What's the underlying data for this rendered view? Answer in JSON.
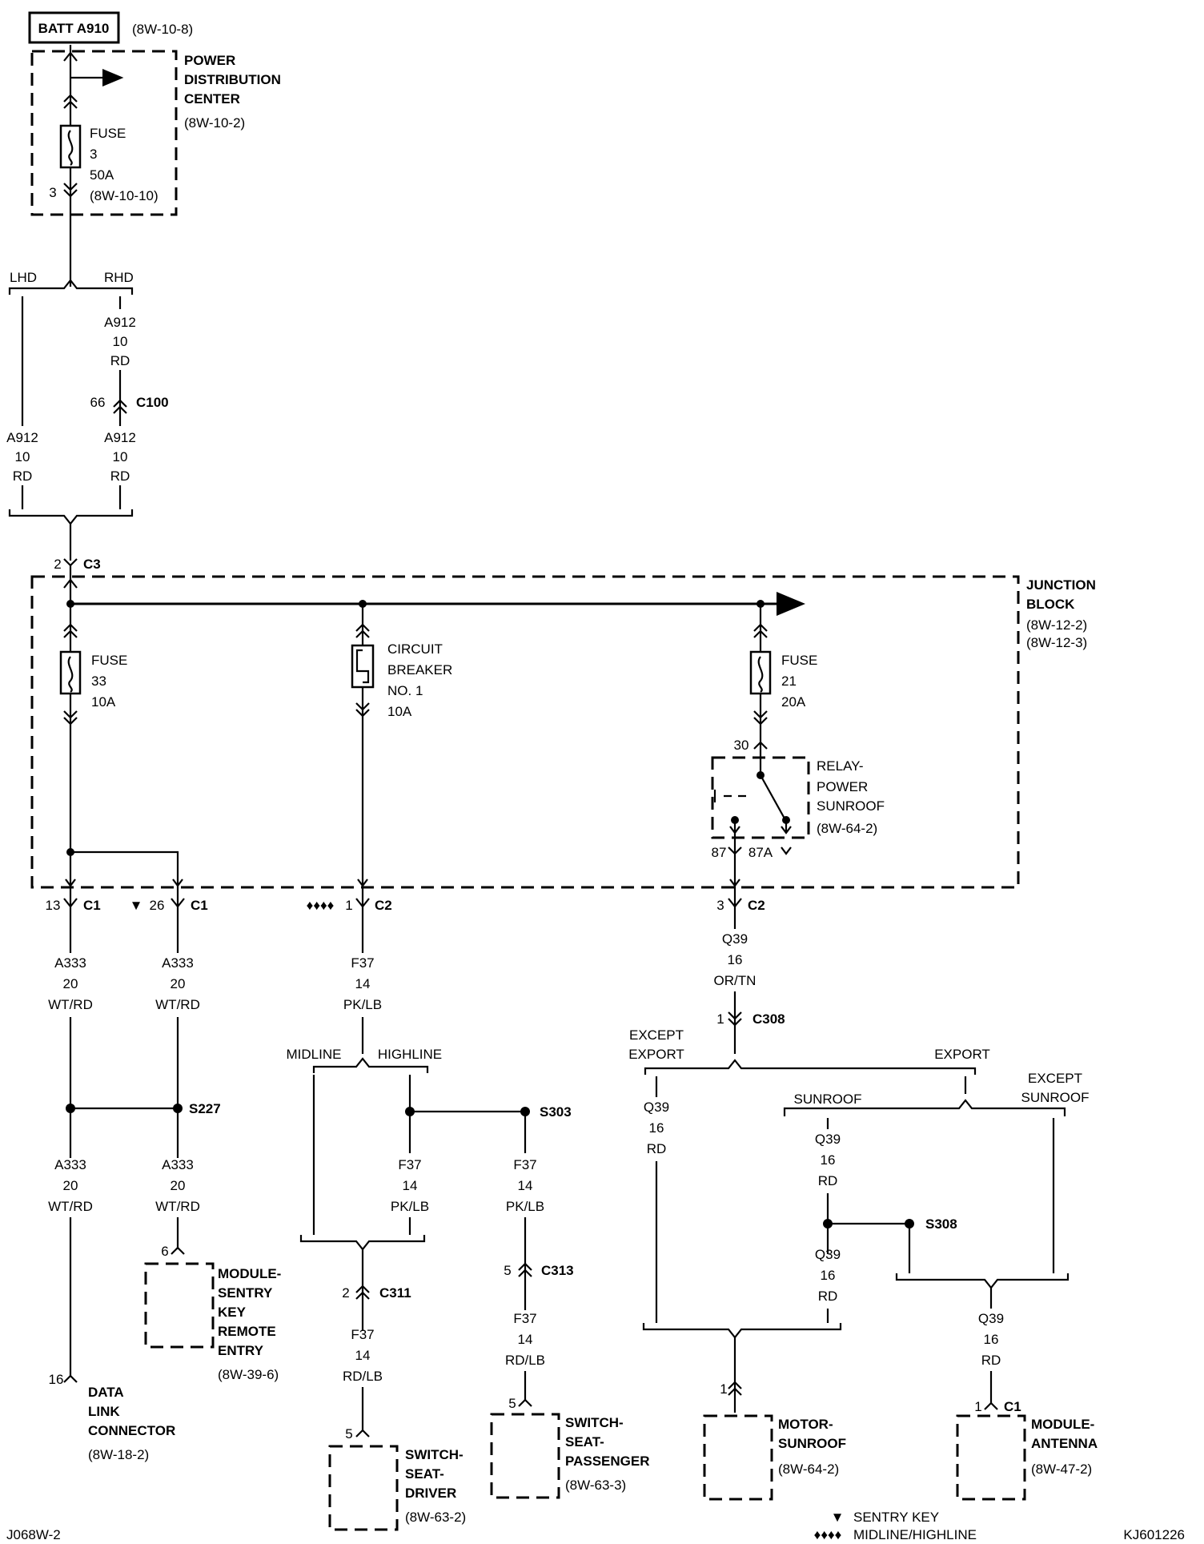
{
  "battery": {
    "label": "BATT A910",
    "ref": "(8W-10-8)"
  },
  "pdc": {
    "line1": "POWER",
    "line2": "DISTRIBUTION",
    "line3": "CENTER",
    "ref": "(8W-10-2)"
  },
  "pdc_fuse": {
    "line1": "FUSE",
    "line2": "3",
    "line3": "50A",
    "line4": "(8W-10-10)",
    "pin": "3"
  },
  "split_top": {
    "left": "LHD",
    "right": "RHD"
  },
  "wire_a912_rhd_top": {
    "code": "A912",
    "gauge": "10",
    "color": "RD"
  },
  "c100": {
    "pin": "66",
    "name": "C100"
  },
  "wire_a912_lhd": {
    "code": "A912",
    "gauge": "10",
    "color": "RD"
  },
  "wire_a912_rhd_bottom": {
    "code": "A912",
    "gauge": "10",
    "color": "RD"
  },
  "c3": {
    "pin": "2",
    "name": "C3"
  },
  "junction_block": {
    "line1": "JUNCTION",
    "line2": "BLOCK",
    "ref1": "(8W-12-2)",
    "ref2": "(8W-12-3)"
  },
  "fuse33": {
    "line1": "FUSE",
    "line2": "33",
    "line3": "10A"
  },
  "breaker": {
    "line1": "CIRCUIT",
    "line2": "BREAKER",
    "line3": "NO. 1",
    "line4": "10A"
  },
  "fuse21": {
    "line1": "FUSE",
    "line2": "21",
    "line3": "20A"
  },
  "relay": {
    "pin_top": "30",
    "line1": "RELAY-",
    "line2": "POWER",
    "line3": "SUNROOF",
    "ref": "(8W-64-2)",
    "pin87": "87",
    "pin87a": "87A"
  },
  "conn_13": {
    "pin": "13",
    "name": "C1"
  },
  "conn_26": {
    "mark": "▼",
    "pin": "26",
    "name": "C1"
  },
  "conn_c2_1": {
    "mark": "♦♦♦♦",
    "pin": "1",
    "name": "C2"
  },
  "conn_c2_3": {
    "pin": "3",
    "name": "C2"
  },
  "wire_a333_1": {
    "code": "A333",
    "gauge": "20",
    "color": "WT/RD"
  },
  "wire_a333_2": {
    "code": "A333",
    "gauge": "20",
    "color": "WT/RD"
  },
  "wire_f37_1": {
    "code": "F37",
    "gauge": "14",
    "color": "PK/LB"
  },
  "wire_q39_1": {
    "code": "Q39",
    "gauge": "16",
    "color": "OR/TN"
  },
  "c308": {
    "pin": "1",
    "name": "C308"
  },
  "split_f37": {
    "left": "MIDLINE",
    "right": "HIGHLINE"
  },
  "split_q39": {
    "left1": "EXCEPT",
    "left2": "EXPORT",
    "right": "EXPORT"
  },
  "split_sunroof": {
    "left": "SUNROOF",
    "right1": "EXCEPT",
    "right2": "SUNROOF"
  },
  "s227": {
    "name": "S227"
  },
  "s303": {
    "name": "S303"
  },
  "s308": {
    "name": "S308"
  },
  "wire_a333_3": {
    "code": "A333",
    "gauge": "20",
    "color": "WT/RD"
  },
  "wire_a333_4": {
    "code": "A333",
    "gauge": "20",
    "color": "WT/RD"
  },
  "wire_f37_2": {
    "code": "F37",
    "gauge": "14",
    "color": "PK/LB"
  },
  "wire_f37_3": {
    "code": "F37",
    "gauge": "14",
    "color": "PK/LB"
  },
  "wire_q39_2": {
    "code": "Q39",
    "gauge": "16",
    "color": "RD"
  },
  "wire_q39_3": {
    "code": "Q39",
    "gauge": "16",
    "color": "RD"
  },
  "wire_q39_4": {
    "code": "Q39",
    "gauge": "16",
    "color": "RD"
  },
  "wire_q39_5": {
    "code": "Q39",
    "gauge": "16",
    "color": "RD"
  },
  "c311": {
    "pin": "2",
    "name": "C311"
  },
  "c313": {
    "pin": "5",
    "name": "C313"
  },
  "wire_f37_4": {
    "code": "F37",
    "gauge": "14",
    "color": "RD/LB"
  },
  "wire_f37_5": {
    "code": "F37",
    "gauge": "14",
    "color": "RD/LB"
  },
  "module_sentry": {
    "pin": "6",
    "line1": "MODULE-",
    "line2": "SENTRY",
    "line3": "KEY",
    "line4": "REMOTE",
    "line5": "ENTRY",
    "ref": "(8W-39-6)"
  },
  "dlc": {
    "pin": "16",
    "line1": "DATA",
    "line2": "LINK",
    "line3": "CONNECTOR",
    "ref": "(8W-18-2)"
  },
  "switch_driver": {
    "pin": "5",
    "line1": "SWITCH-",
    "line2": "SEAT-",
    "line3": "DRIVER",
    "ref": "(8W-63-2)"
  },
  "switch_passenger": {
    "pin": "5",
    "line1": "SWITCH-",
    "line2": "SEAT-",
    "line3": "PASSENGER",
    "ref": "(8W-63-3)"
  },
  "motor_sunroof": {
    "pin": "1",
    "line1": "MOTOR-",
    "line2": "SUNROOF",
    "ref": "(8W-64-2)"
  },
  "module_antenna": {
    "pin": "1",
    "conn": "C1",
    "line1": "MODULE-",
    "line2": "ANTENNA",
    "ref": "(8W-47-2)"
  },
  "legend": {
    "sym1": "▼",
    "text1": "SENTRY KEY",
    "sym2": "♦♦♦♦",
    "text2": "MIDLINE/HIGHLINE"
  },
  "footer": {
    "left": "J068W-2",
    "right": "KJ601226"
  }
}
